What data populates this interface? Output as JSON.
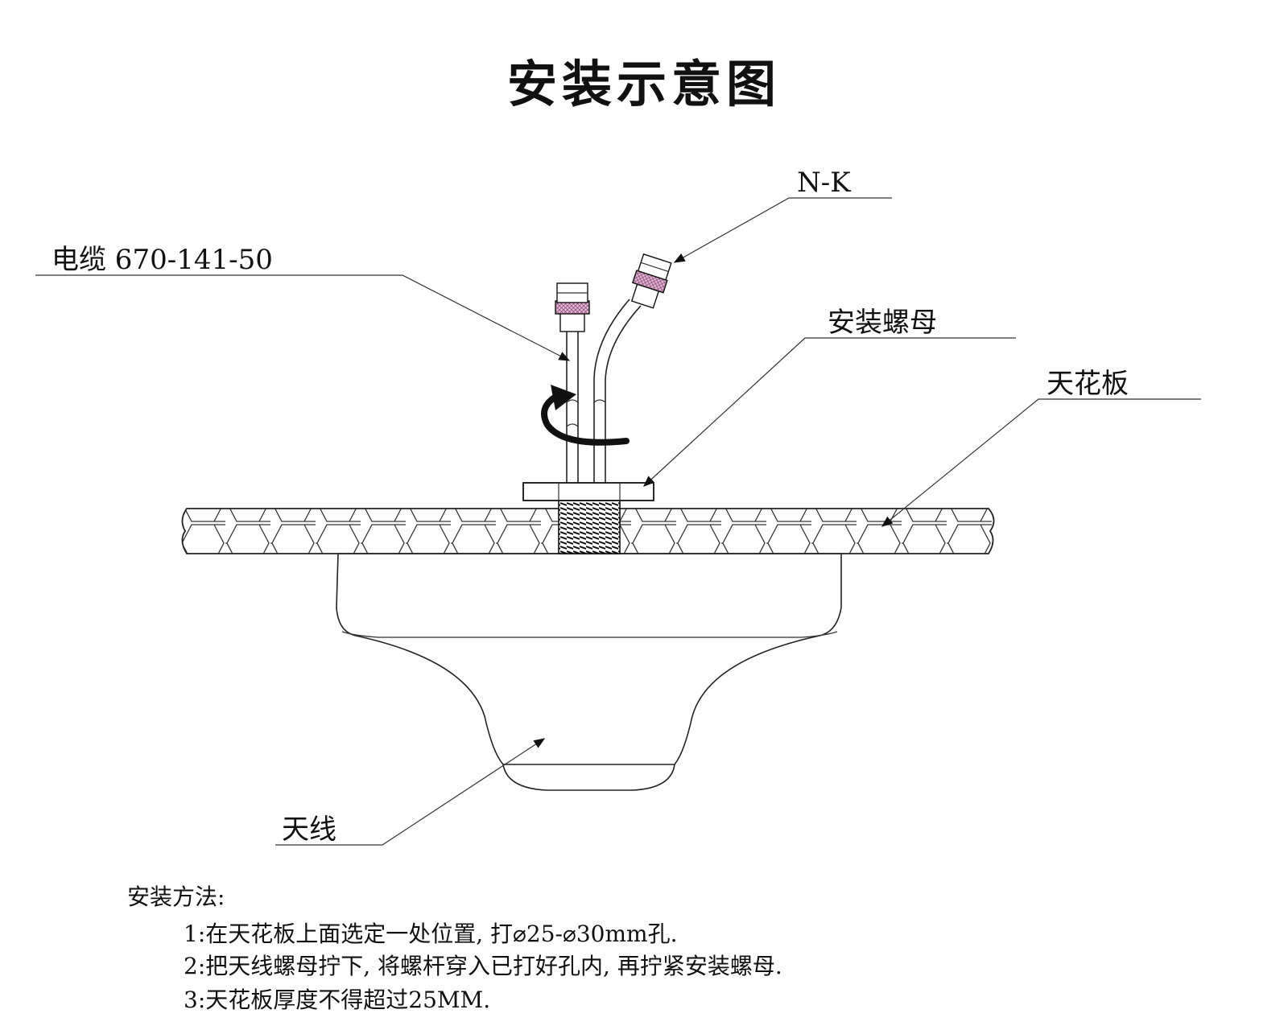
{
  "title": "安装示意图",
  "labels": {
    "connector": "N-K",
    "cable": "电缆 670-141-50",
    "nut": "安装螺母",
    "ceiling": "天花板",
    "antenna": "天线"
  },
  "instructions": {
    "heading": "安装方法:",
    "steps": [
      "1:在天花板上面选定一处位置, 打⌀25-⌀30mm孔.",
      "2:把天线螺母拧下, 将螺杆穿入已打好孔内, 再拧紧安装螺母.",
      "3:天花板厚度不得超过25MM."
    ]
  },
  "colors": {
    "line": "#222222",
    "connector_band": "#e8b4d8",
    "background": "#ffffff"
  },
  "icons": [
    "rotation-arrow-icon"
  ]
}
